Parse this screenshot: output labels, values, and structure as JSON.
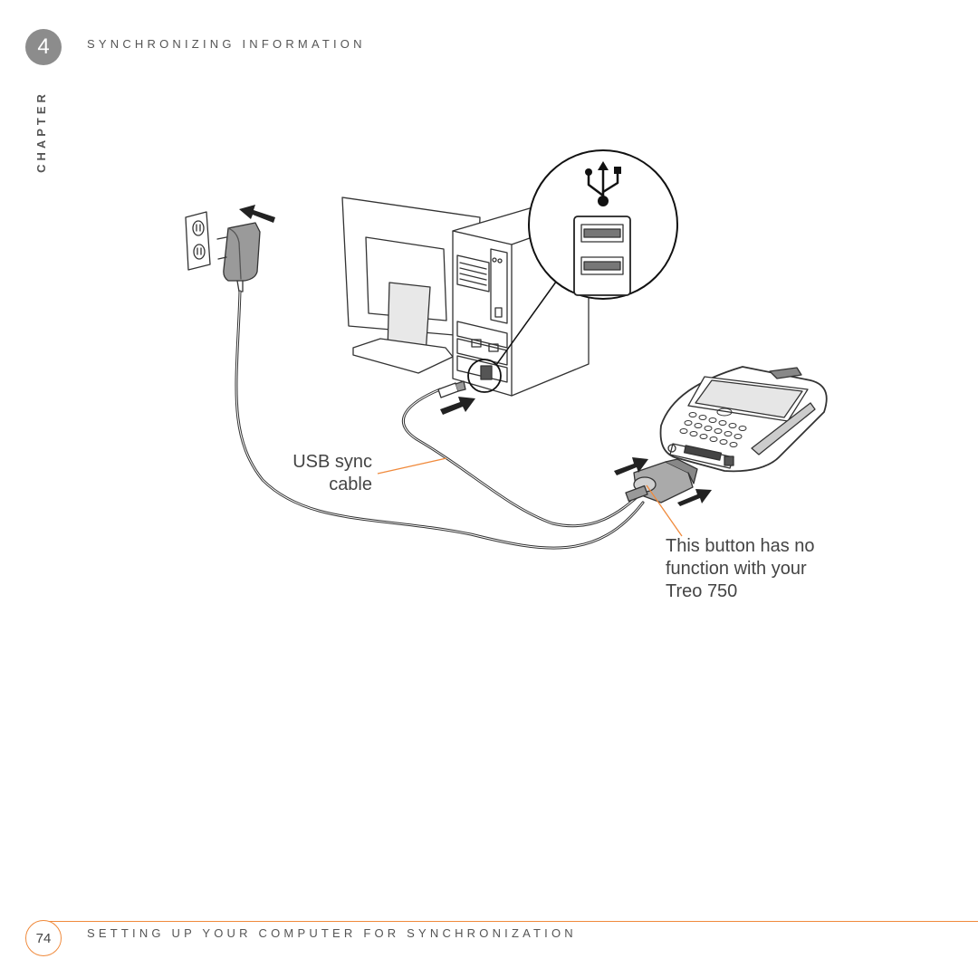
{
  "header": {
    "chapter_number": "4",
    "chapter_label": "CHAPTER",
    "running_head": "SYNCHRONIZING INFORMATION"
  },
  "figure": {
    "callout_usb_cable": [
      "USB sync",
      "cable"
    ],
    "callout_button": [
      "This button has no",
      "function with your",
      "Treo 750"
    ],
    "accent_color": "#f08a3c"
  },
  "footer": {
    "page_number": "74",
    "section_title": "SETTING UP YOUR COMPUTER FOR SYNCHRONIZATION"
  }
}
